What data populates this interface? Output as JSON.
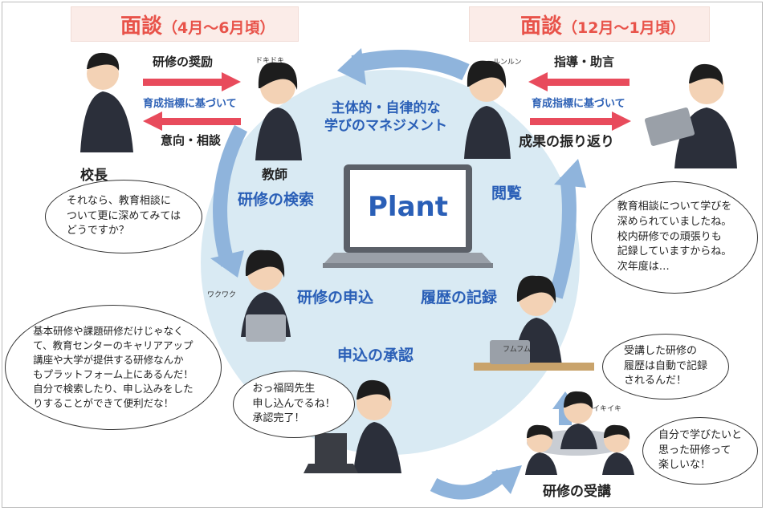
{
  "titles": {
    "left_main": "面談",
    "left_period": "（4月～6月頃）",
    "right_main": "面談",
    "right_period": "（12月～1月頃）"
  },
  "left_meeting": {
    "principal_label": "校長",
    "teacher_label": "教師",
    "teacher_feeling": "ドキドキ",
    "arrow_top": "研修の奨励",
    "arrow_middle": "育成指標に基づいて",
    "arrow_bottom": "意向・相談"
  },
  "right_meeting": {
    "teacher_feeling": "ルンルン",
    "arrow_top": "指導・助言",
    "arrow_middle": "育成指標に基づいて",
    "reflection": "成果の振り返り"
  },
  "center": {
    "platform_name": "Plant",
    "management": "主体的・自律的な\n学びのマネジメント",
    "search": "研修の検索",
    "browse": "閲覧",
    "apply": "研修の申込",
    "record": "履歴の記録",
    "approve": "申込の承認",
    "circle_color": "#d9eaf3"
  },
  "feelings": {
    "waku": "ワクワク",
    "fumu": "フムフム",
    "iki": "イキイキ"
  },
  "attend_label": "研修の受講",
  "bubbles": {
    "principal": "それなら、教育相談に\nついて更に深めてみては\nどうですか？",
    "teacher_search": "基本研修や課題研修だけじゃなく\nて、教育センターのキャリアアップ\n講座や大学が提供する研修なんか\nもプラットフォーム上にあるんだ！\n自分で検索したり、申し込みをした\nりすることができて便利だな！",
    "approver": "おっ福岡先生\n申し込んでるね！\n承認完了！",
    "record": "受講した研修の\n履歴は自動で記録\nされるんだ！",
    "attend": "自分で学びたいと\n思った研修って\n楽しいな！",
    "feedback": "教育相談について学びを\n深められていましたね。\n校内研修での頑張りも\n記録していますからね。\n次年度は…"
  },
  "colors": {
    "title_red": "#e8534a",
    "arrow_red": "#e84b5c",
    "cycle_arrow": "#8fb4dc",
    "func_blue": "#2a5fb7"
  }
}
